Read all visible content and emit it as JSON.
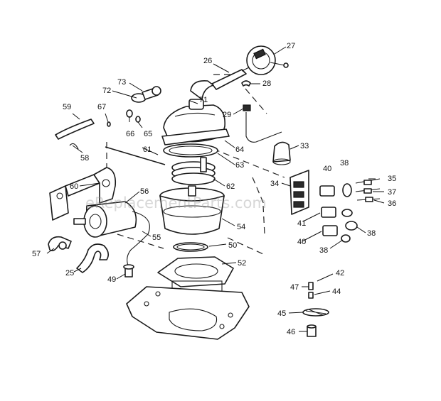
{
  "diagram": {
    "watermark": "eReplacementParts.com",
    "callouts": [
      {
        "id": "c27",
        "label": "27"
      },
      {
        "id": "c26",
        "label": "26"
      },
      {
        "id": "c28",
        "label": "28"
      },
      {
        "id": "c73",
        "label": "73"
      },
      {
        "id": "c72",
        "label": "72"
      },
      {
        "id": "c71",
        "label": "71"
      },
      {
        "id": "c29",
        "label": "29"
      },
      {
        "id": "c59",
        "label": "59"
      },
      {
        "id": "c67",
        "label": "67"
      },
      {
        "id": "c66",
        "label": "66"
      },
      {
        "id": "c65",
        "label": "65"
      },
      {
        "id": "c64",
        "label": "64"
      },
      {
        "id": "c33",
        "label": "33"
      },
      {
        "id": "c58",
        "label": "58"
      },
      {
        "id": "c61",
        "label": "61"
      },
      {
        "id": "c63",
        "label": "63"
      },
      {
        "id": "c40a",
        "label": "40"
      },
      {
        "id": "c38a",
        "label": "38"
      },
      {
        "id": "c35",
        "label": "35"
      },
      {
        "id": "c60",
        "label": "60"
      },
      {
        "id": "c62",
        "label": "62"
      },
      {
        "id": "c34",
        "label": "34"
      },
      {
        "id": "c37",
        "label": "37"
      },
      {
        "id": "c56",
        "label": "56"
      },
      {
        "id": "c36",
        "label": "36"
      },
      {
        "id": "c41",
        "label": "41"
      },
      {
        "id": "c54",
        "label": "54"
      },
      {
        "id": "c38b",
        "label": "38"
      },
      {
        "id": "c55",
        "label": "55"
      },
      {
        "id": "c40b",
        "label": "40"
      },
      {
        "id": "c57",
        "label": "57"
      },
      {
        "id": "c50",
        "label": "50"
      },
      {
        "id": "c38c",
        "label": "38"
      },
      {
        "id": "c52",
        "label": "52"
      },
      {
        "id": "c25",
        "label": "25"
      },
      {
        "id": "c49",
        "label": "49"
      },
      {
        "id": "c42",
        "label": "42"
      },
      {
        "id": "c47",
        "label": "47"
      },
      {
        "id": "c44",
        "label": "44"
      },
      {
        "id": "c45",
        "label": "45"
      },
      {
        "id": "c46",
        "label": "46"
      }
    ]
  }
}
